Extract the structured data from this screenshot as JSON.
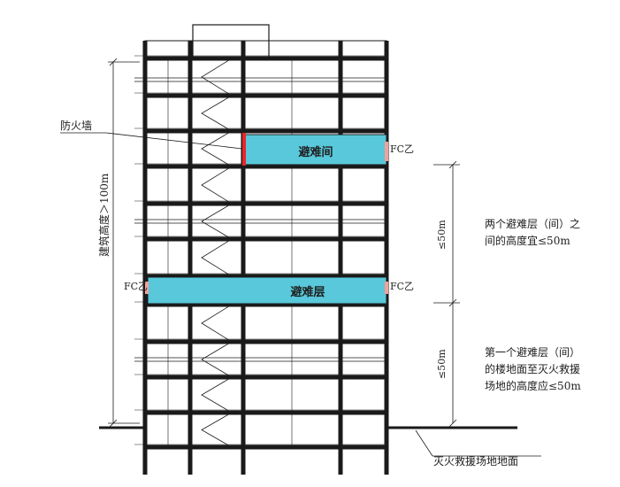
{
  "labels": {
    "fire_wall": "防火墙",
    "refuge_room": "避难间",
    "refuge_floor": "避难层",
    "fc_upper_right": "FC乙",
    "fc_lower_left": "FC乙",
    "fc_lower_right": "FC乙",
    "building_height": "建筑高度＞100m",
    "spacing_upper": "≤50m",
    "spacing_lower": "≤50m",
    "note_upper_line1": "两个避难层（间）之",
    "note_upper_line2": "间的高度宜≤50m",
    "note_lower_line1": "第一个避难层（间）",
    "note_lower_line2": "的楼地面至灭火救援",
    "note_lower_line3": "场地的高度应≤50m",
    "ground": "灭火救援场地地面"
  },
  "colors": {
    "refuge_fill": "#58c8da",
    "fire_wall": "#e8262a",
    "fc_door": "#f2a29a",
    "structure": "#1a1a1a"
  }
}
